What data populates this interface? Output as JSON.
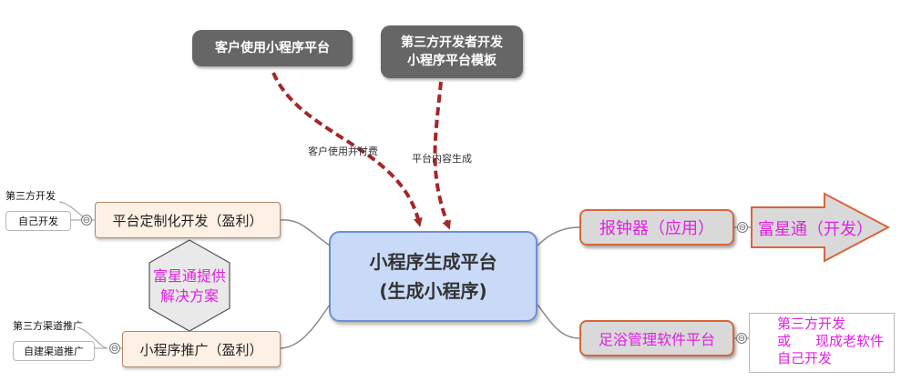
{
  "top_nodes": {
    "customer_use": "客户使用小程序平台",
    "third_party_template_line1": "第三方开发者开发",
    "third_party_template_line2": "小程序平台模板"
  },
  "edge_labels": {
    "customer_pay": "客户使用并付费",
    "content_gen": "平台内容生成"
  },
  "center": {
    "line1": "小程序生成平台",
    "line2": "(生成小程序)"
  },
  "left": {
    "platform_custom_dev": "平台定制化开发（盈利）",
    "third_party_dev": "第三方开发",
    "self_dev": "自己开发",
    "promotion": "小程序推广（盈利）",
    "third_party_channel": "第三方渠道推广",
    "self_channel": "自建渠道推广",
    "hexagon_line1": "富星通提供",
    "hexagon_line2": "解决方案"
  },
  "right": {
    "bell_app": "报钟器（应用）",
    "fuxingtong_dev": "富星通（开发）",
    "footbath_platform": "足浴管理软件平台",
    "options_line1": "第三方开发",
    "options_line2_a": "或",
    "options_line2_b": "现成老软件",
    "options_line3": "自己开发"
  },
  "collapse_symbol": "⊖",
  "colors": {
    "dark_node": "#666666",
    "center_fill": "#c9daf8",
    "arrow": "#a52727",
    "magenta_text": "#e021e0",
    "rust_border": "#d9653b",
    "peach_fill": "#fdf0e4"
  }
}
